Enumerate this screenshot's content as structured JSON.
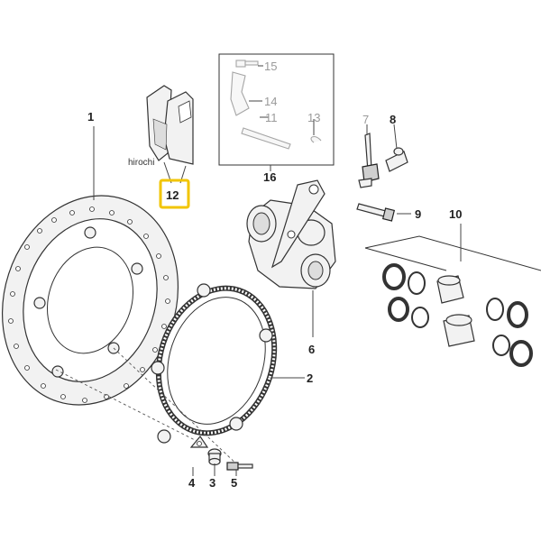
{
  "callouts": {
    "c1": "1",
    "c2": "2",
    "c3": "3",
    "c4": "4",
    "c5": "5",
    "c6": "6",
    "c7": "7",
    "c8": "8",
    "c9": "9",
    "c10": "10",
    "c11": "11",
    "c12": "12",
    "c13": "13",
    "c14": "14",
    "c15": "15",
    "c16": "16"
  },
  "watermark": "hirochi",
  "colors": {
    "highlight": "#f2c500",
    "line": "#444444",
    "grey_part": "#a5a5a5"
  }
}
